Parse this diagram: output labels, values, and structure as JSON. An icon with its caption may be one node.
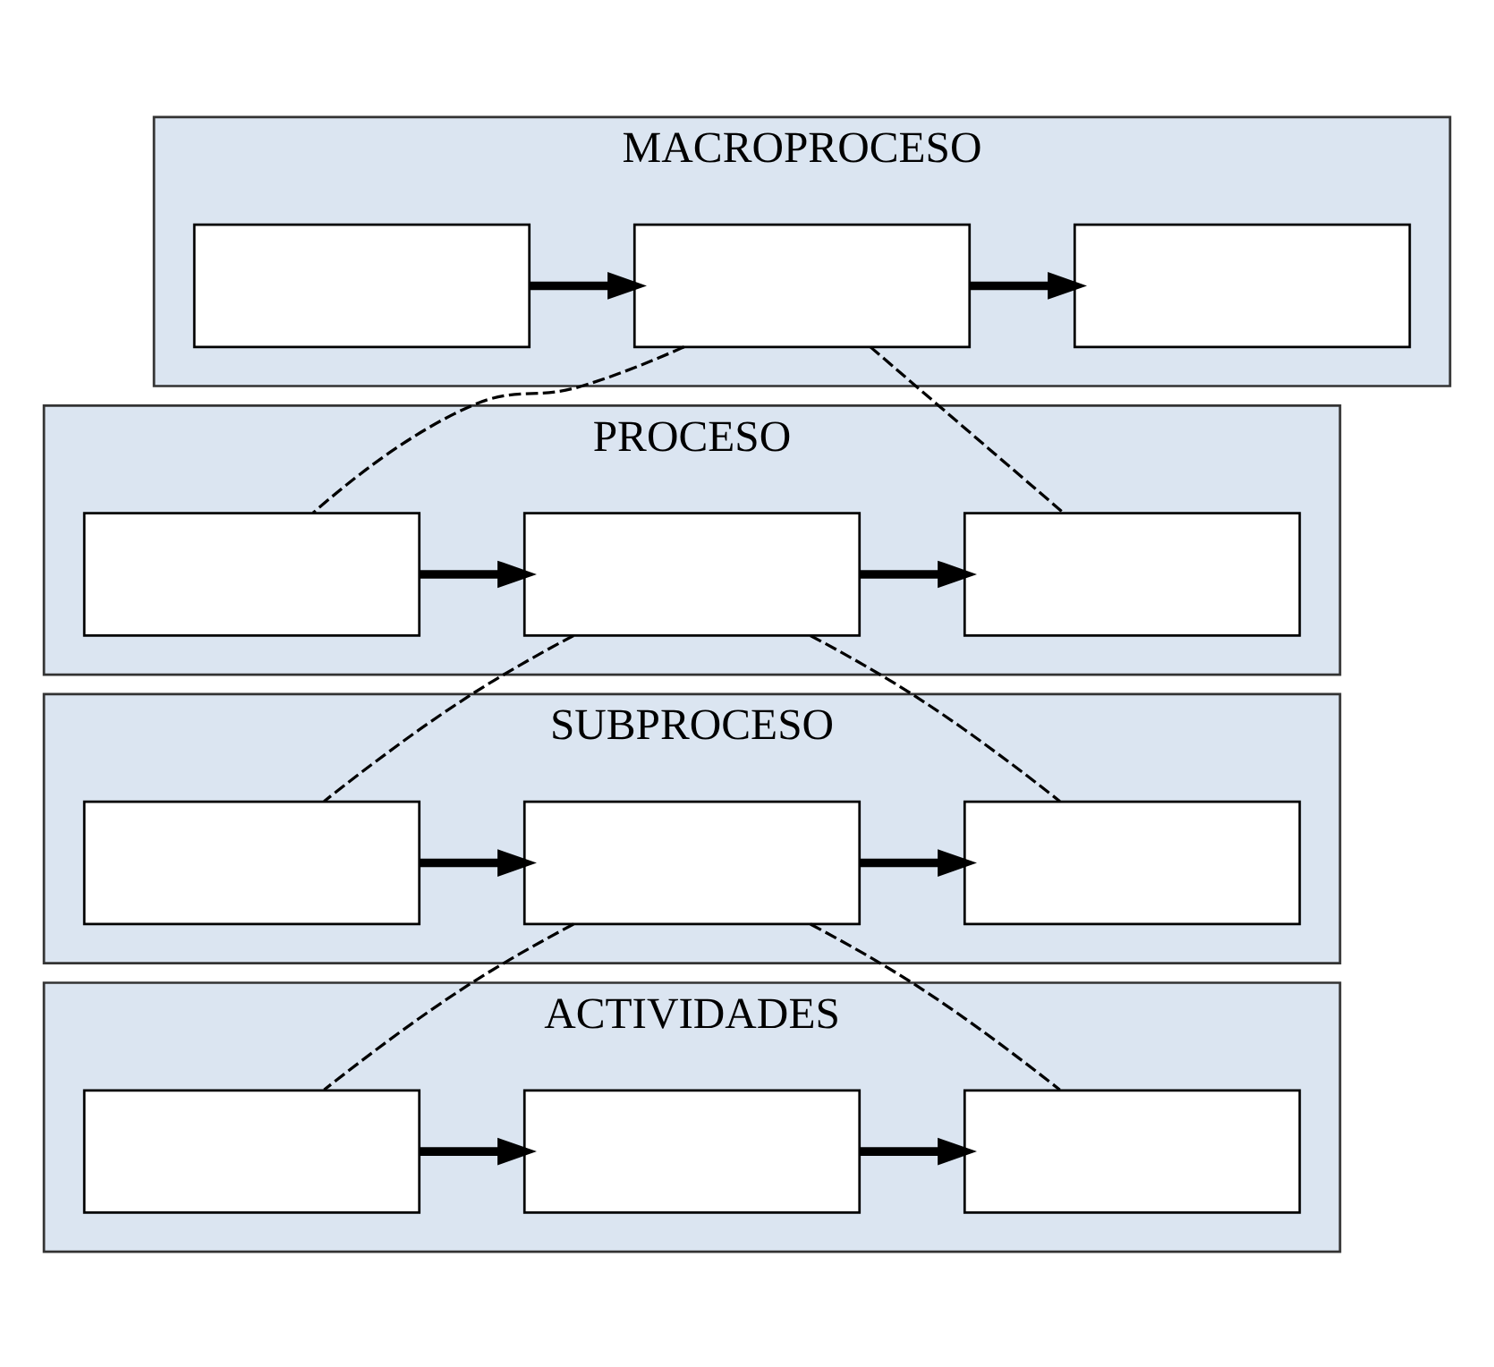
{
  "diagram": {
    "nodes": [
      {
        "text": [
          "MACROPROCESO"
        ]
      },
      {
        "text": [],
        "shape": "box",
        "in": 0
      },
      {
        "text": [],
        "shape": "box",
        "in": 0
      },
      {
        "text": [],
        "shape": "box",
        "in": 0
      },
      {
        "text": [
          "PROCESO"
        ]
      },
      {
        "text": [],
        "shape": "box",
        "in": 4
      },
      {
        "text": [],
        "shape": "box",
        "in": 4
      },
      {
        "text": [],
        "shape": "box",
        "in": 4
      },
      {
        "text": [
          "SUBPROCESO"
        ]
      },
      {
        "text": [],
        "shape": "box",
        "in": 8
      },
      {
        "text": [],
        "shape": "box",
        "in": 8
      },
      {
        "text": [],
        "shape": "box",
        "in": 8
      },
      {
        "text": [
          "ACTIVIDADES"
        ]
      },
      {
        "text": [],
        "shape": "box",
        "in": 12
      },
      {
        "text": [],
        "shape": "box",
        "in": 12
      },
      {
        "text": [],
        "shape": "box",
        "in": 12
      }
    ],
    "edges": [
      {
        "from": 1,
        "to": 2,
        "arrow": "to"
      },
      {
        "from": 2,
        "to": 3,
        "arrow": "to"
      },
      {
        "from": 2,
        "to": 5,
        "arrow": "none",
        "style": "dashed"
      },
      {
        "from": 2,
        "to": 7,
        "arrow": "none",
        "style": "dashed"
      },
      {
        "from": 5,
        "to": 6,
        "arrow": "to"
      },
      {
        "from": 6,
        "to": 7,
        "arrow": "to"
      },
      {
        "from": 6,
        "to": 9,
        "arrow": "none",
        "style": "dashed"
      },
      {
        "from": 6,
        "to": 11,
        "arrow": "none",
        "style": "dashed"
      },
      {
        "from": 9,
        "to": 10,
        "arrow": "to"
      },
      {
        "from": 10,
        "to": 11,
        "arrow": "to"
      },
      {
        "from": 10,
        "to": 13,
        "arrow": "none",
        "style": "dashed"
      },
      {
        "from": 10,
        "to": 15,
        "arrow": "none",
        "style": "dashed"
      },
      {
        "from": 13,
        "to": 14,
        "arrow": "to"
      },
      {
        "from": 14,
        "to": 15,
        "arrow": "to"
      }
    ]
  }
}
